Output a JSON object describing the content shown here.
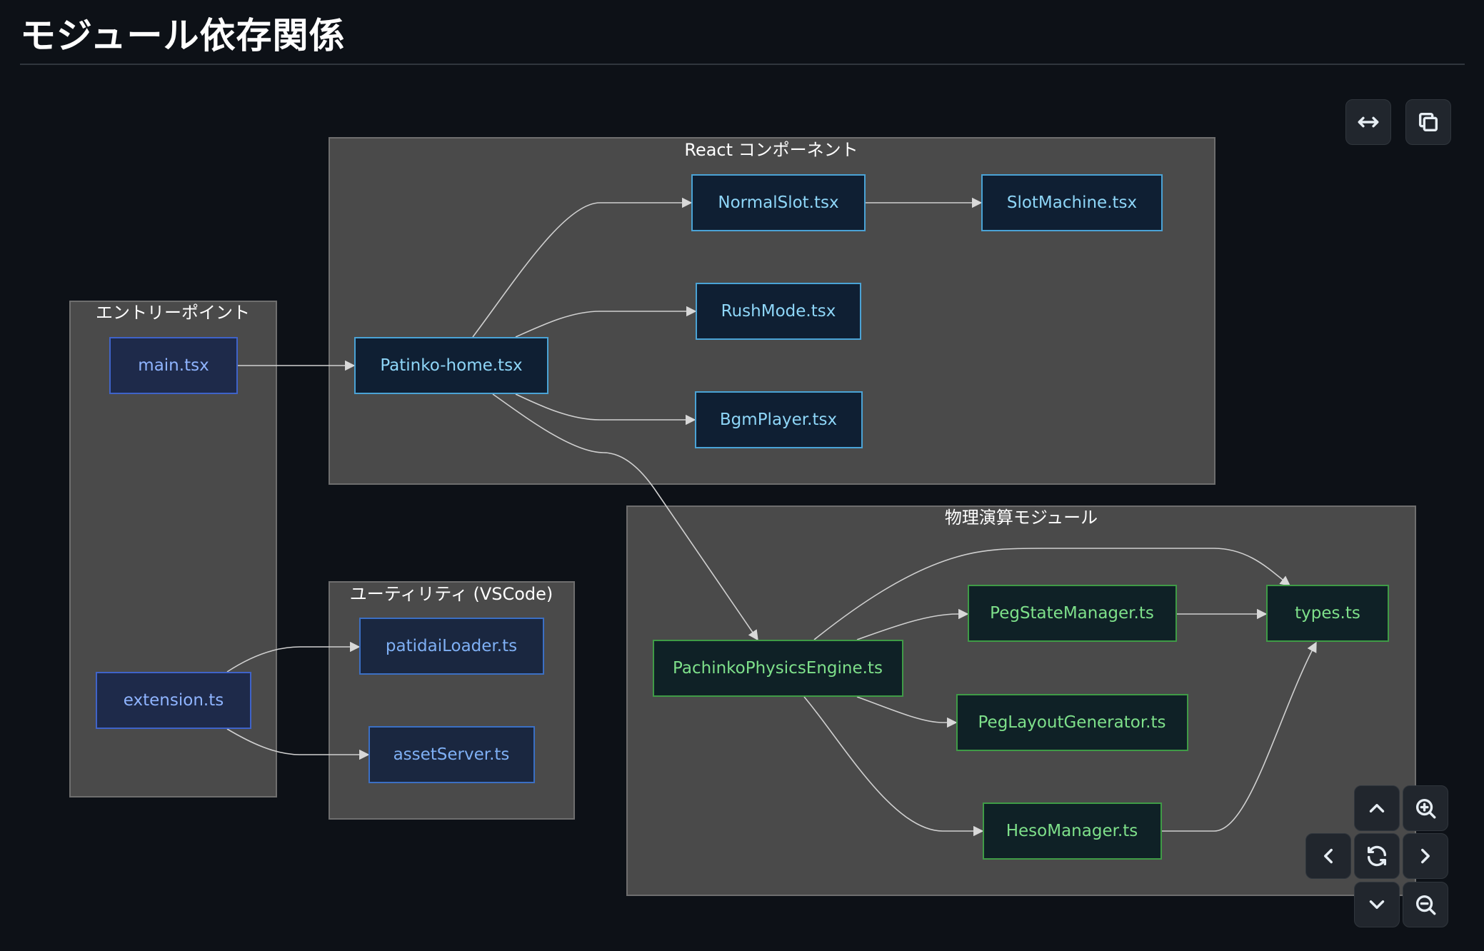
{
  "page": {
    "title": "モジュール依存関係"
  },
  "diagram": {
    "clusters": {
      "entry": "エントリーポイント",
      "react": "React コンポーネント",
      "util": "ユーティリティ (VSCode)",
      "phys": "物理演算モジュール"
    },
    "nodes": {
      "main": "main.tsx",
      "extension": "extension.ts",
      "patinko_home": "Patinko-home.tsx",
      "normal_slot": "NormalSlot.tsx",
      "slot_machine": "SlotMachine.tsx",
      "rush_mode": "RushMode.tsx",
      "bgm_player": "BgmPlayer.tsx",
      "patidai_loader": "patidaiLoader.ts",
      "asset_server": "assetServer.ts",
      "physics_engine": "PachinkoPhysicsEngine.ts",
      "peg_state": "PegStateManager.ts",
      "types": "types.ts",
      "peg_layout": "PegLayoutGenerator.ts",
      "heso": "HesoManager.ts"
    },
    "edges": [
      [
        "main",
        "patinko_home"
      ],
      [
        "patinko_home",
        "normal_slot"
      ],
      [
        "normal_slot",
        "slot_machine"
      ],
      [
        "patinko_home",
        "rush_mode"
      ],
      [
        "patinko_home",
        "bgm_player"
      ],
      [
        "patinko_home",
        "physics_engine"
      ],
      [
        "extension",
        "patidai_loader"
      ],
      [
        "extension",
        "asset_server"
      ],
      [
        "physics_engine",
        "peg_state"
      ],
      [
        "peg_state",
        "types"
      ],
      [
        "physics_engine",
        "types"
      ],
      [
        "physics_engine",
        "peg_layout"
      ],
      [
        "physics_engine",
        "heso"
      ],
      [
        "heso",
        "types"
      ]
    ]
  },
  "controls": {
    "fit_icon": "arrows-horizontal-icon",
    "copy_icon": "copy-icon",
    "pan_up_icon": "chevron-up-icon",
    "pan_down_icon": "chevron-down-icon",
    "pan_left_icon": "chevron-left-icon",
    "pan_right_icon": "chevron-right-icon",
    "reset_icon": "refresh-icon",
    "zoom_in_icon": "zoom-in-icon",
    "zoom_out_icon": "zoom-out-icon"
  },
  "colors": {
    "background": "#0d1117",
    "cluster_fill": "#4a4a4a",
    "entry_stroke": "#3f63c9",
    "react_stroke": "#4aa3d6",
    "util_stroke": "#3b6fc4",
    "physics_stroke": "#3f9b46"
  }
}
